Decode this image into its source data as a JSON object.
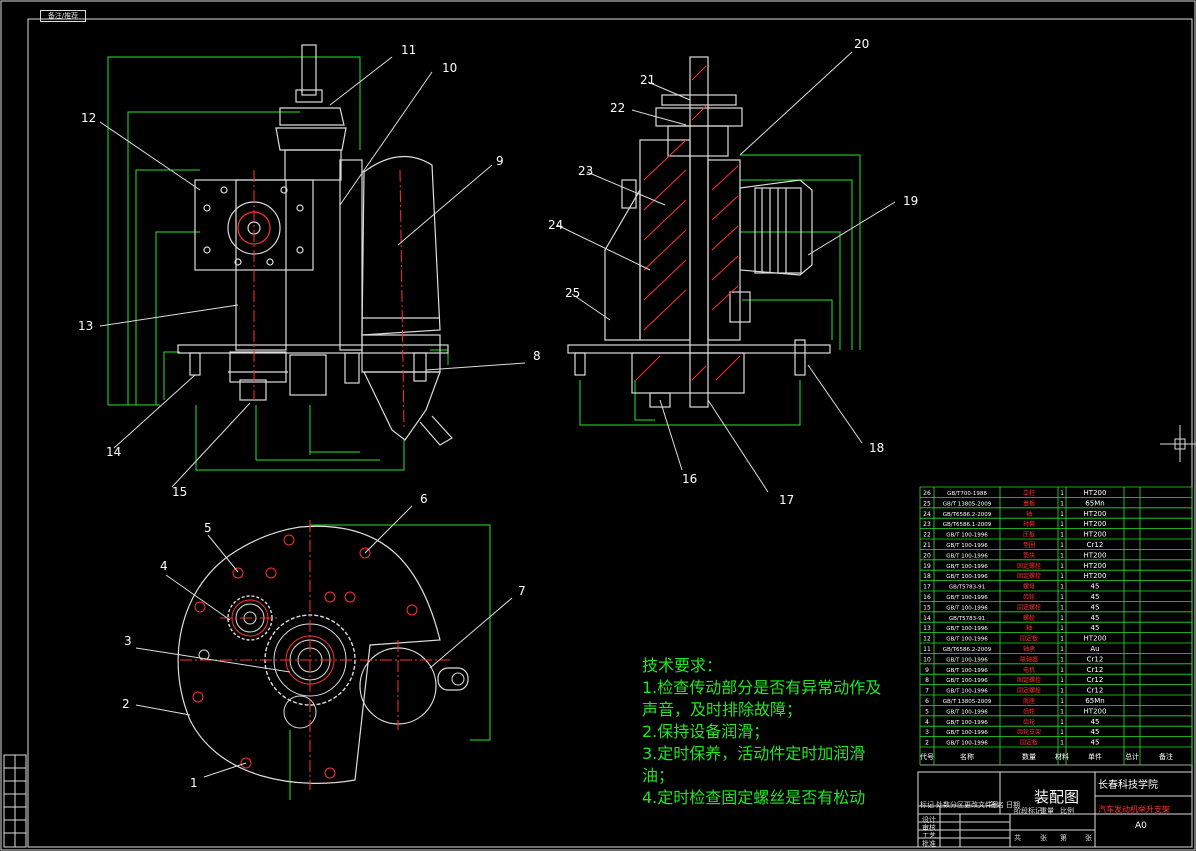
{
  "tag": "备注/推荐",
  "callouts": [
    "1",
    "2",
    "3",
    "4",
    "5",
    "6",
    "7",
    "8",
    "9",
    "10",
    "11",
    "12",
    "13",
    "14",
    "15",
    "16",
    "17",
    "18",
    "19",
    "20",
    "21",
    "22",
    "23",
    "24",
    "25"
  ],
  "tech_requirements": {
    "title": "技术要求：",
    "lines": [
      "1.检查传动部分是否有异常动作及声音，及时排除故障；",
      "2.保持设备润滑；",
      "3.定时保养，活动件定时加润滑油；",
      "4.定时检查固定螺丝是否有松动"
    ]
  },
  "title_block": {
    "drawing_name": "装配图",
    "school": "长春科技学院",
    "subtitle": "汽车发动机举升支架",
    "size": "A0",
    "col_headers": [
      "代号",
      "名称",
      "数量",
      "材料",
      "单件",
      "总计",
      "备注"
    ],
    "row_labels": [
      "设计",
      "审核",
      "工艺",
      "批准"
    ],
    "labels_misc": [
      "标记",
      "处数",
      "分区",
      "更改文件号",
      "签名",
      "日期",
      "阶段标记",
      "重量",
      "比例",
      "共",
      "张",
      "第",
      "张"
    ]
  },
  "parts_table": [
    {
      "no": "26",
      "code": "GB/T700-1988",
      "name": "立柱",
      "qty": "1",
      "mat": "HT200"
    },
    {
      "no": "25",
      "code": "GB/T 13805-2009",
      "name": "盖板",
      "qty": "1",
      "mat": "65Mn"
    },
    {
      "no": "24",
      "code": "GB/T6586.2-2009",
      "name": "轴",
      "qty": "1",
      "mat": "HT200"
    },
    {
      "no": "23",
      "code": "GB/T6586.1-2009",
      "name": "衬套",
      "qty": "1",
      "mat": "HT200"
    },
    {
      "no": "22",
      "code": "GB/T 100-1996",
      "name": "压板",
      "qty": "1",
      "mat": "HT200"
    },
    {
      "no": "21",
      "code": "GB/T 100-1996",
      "name": "垫圈",
      "qty": "1",
      "mat": "Cr12"
    },
    {
      "no": "20",
      "code": "GB/T 100-1996",
      "name": "垫块",
      "qty": "1",
      "mat": "HT200"
    },
    {
      "no": "19",
      "code": "GB/T 100-1996",
      "name": "固定螺栓",
      "qty": "1",
      "mat": "HT200"
    },
    {
      "no": "18",
      "code": "GB/T 100-1996",
      "name": "固定螺栓",
      "qty": "1",
      "mat": "HT200"
    },
    {
      "no": "17",
      "code": "GB/T5783-91",
      "name": "螺母",
      "qty": "1",
      "mat": "45"
    },
    {
      "no": "16",
      "code": "GB/T 100-1996",
      "name": "齿轮",
      "qty": "1",
      "mat": "45"
    },
    {
      "no": "15",
      "code": "GB/T 100-1996",
      "name": "固定螺栓",
      "qty": "1",
      "mat": "45"
    },
    {
      "no": "14",
      "code": "GB/T5783-91",
      "name": "螺栓",
      "qty": "1",
      "mat": "45"
    },
    {
      "no": "13",
      "code": "GB/T 100-1996",
      "name": "轴",
      "qty": "1",
      "mat": "45"
    },
    {
      "no": "12",
      "code": "GB/T 100-1996",
      "name": "固定板",
      "qty": "1",
      "mat": "HT200"
    },
    {
      "no": "11",
      "code": "GB/T6586.2-2009",
      "name": "轴承",
      "qty": "1",
      "mat": "Au"
    },
    {
      "no": "10",
      "code": "GB/T 100-1996",
      "name": "联轴器",
      "qty": "1",
      "mat": "Cr12"
    },
    {
      "no": "9",
      "code": "GB/T 100-1996",
      "name": "电机",
      "qty": "1",
      "mat": "Cr12"
    },
    {
      "no": "8",
      "code": "GB/T 100-1996",
      "name": "固定螺栓",
      "qty": "1",
      "mat": "Cr12"
    },
    {
      "no": "7",
      "code": "GB/T 100-1996",
      "name": "固定螺栓",
      "qty": "1",
      "mat": "Cr12"
    },
    {
      "no": "6",
      "code": "GB/T 13805-2009",
      "name": "底座",
      "qty": "1",
      "mat": "65Mn"
    },
    {
      "no": "5",
      "code": "GB/T 100-1996",
      "name": "齿轮",
      "qty": "1",
      "mat": "HT200"
    },
    {
      "no": "4",
      "code": "GB/T 100-1996",
      "name": "齿轮",
      "qty": "1",
      "mat": "45"
    },
    {
      "no": "3",
      "code": "GB/T 100-1996",
      "name": "齿轮支架",
      "qty": "1",
      "mat": "45"
    },
    {
      "no": "2",
      "code": "GB/T 100-1996",
      "name": "固定板",
      "qty": "1",
      "mat": "45"
    }
  ]
}
